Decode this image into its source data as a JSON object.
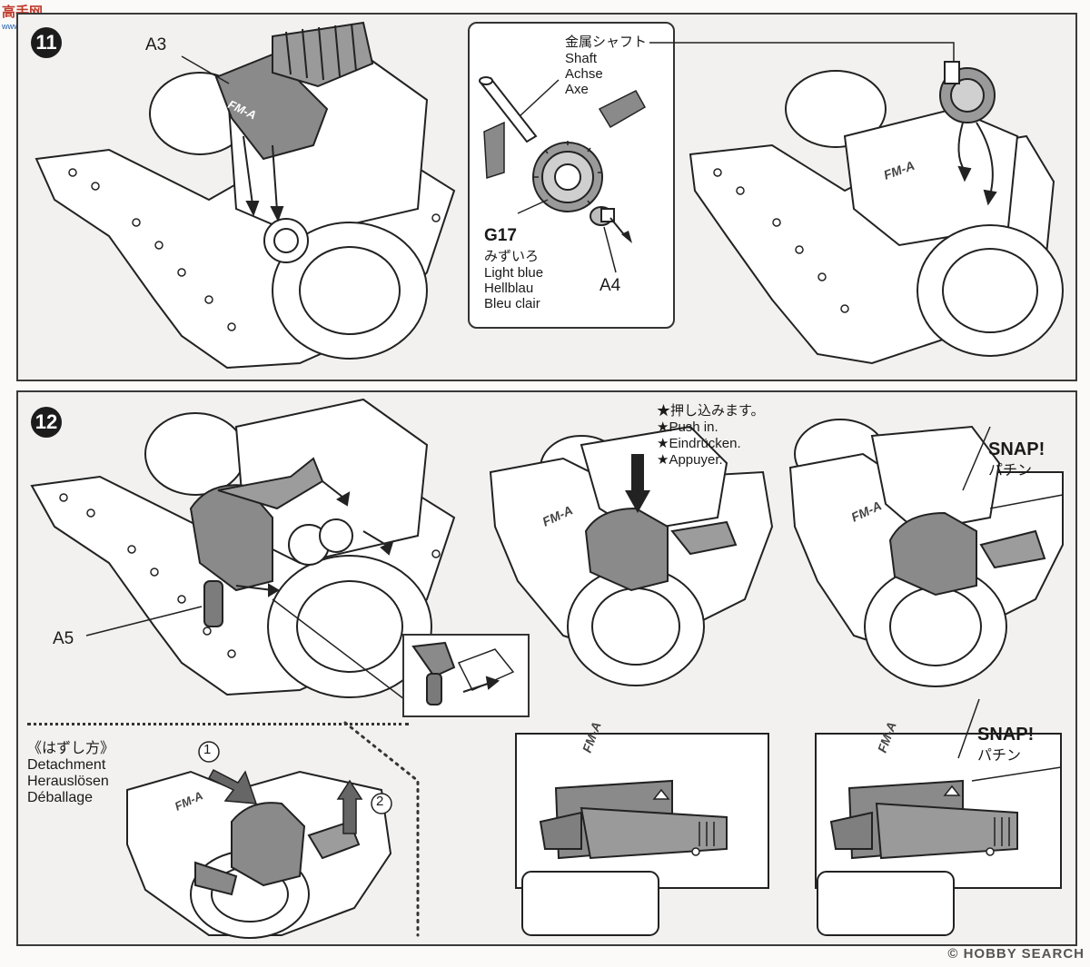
{
  "watermark": {
    "site": "高手网",
    "url": "www.gao-shou.com",
    "footer": "© HOBBY SEARCH"
  },
  "step11": {
    "number": "11",
    "part_a3": "A3",
    "callout": {
      "shaft_lines": [
        "金属シャフト",
        "Shaft",
        "Achse",
        "Axe"
      ],
      "gear_id": "G17",
      "color_lines": [
        "みずいろ",
        "Light blue",
        "Hellblau",
        "Bleu clair"
      ],
      "part_a4": "A4"
    }
  },
  "step12": {
    "number": "12",
    "part_a5": "A5",
    "push_lines": [
      "★押し込みます。",
      "★Push in.",
      "★Eindrücken.",
      "★Appuyer."
    ],
    "snap_top": {
      "text": "SNAP!",
      "jp": "パチン"
    },
    "snap_bottom": {
      "text": "SNAP!",
      "jp": "パチン"
    },
    "detach_lines": [
      "《はずし方》",
      "Detachment",
      "Herauslösen",
      "Déballage"
    ],
    "marker1": "1",
    "marker2": "2"
  }
}
